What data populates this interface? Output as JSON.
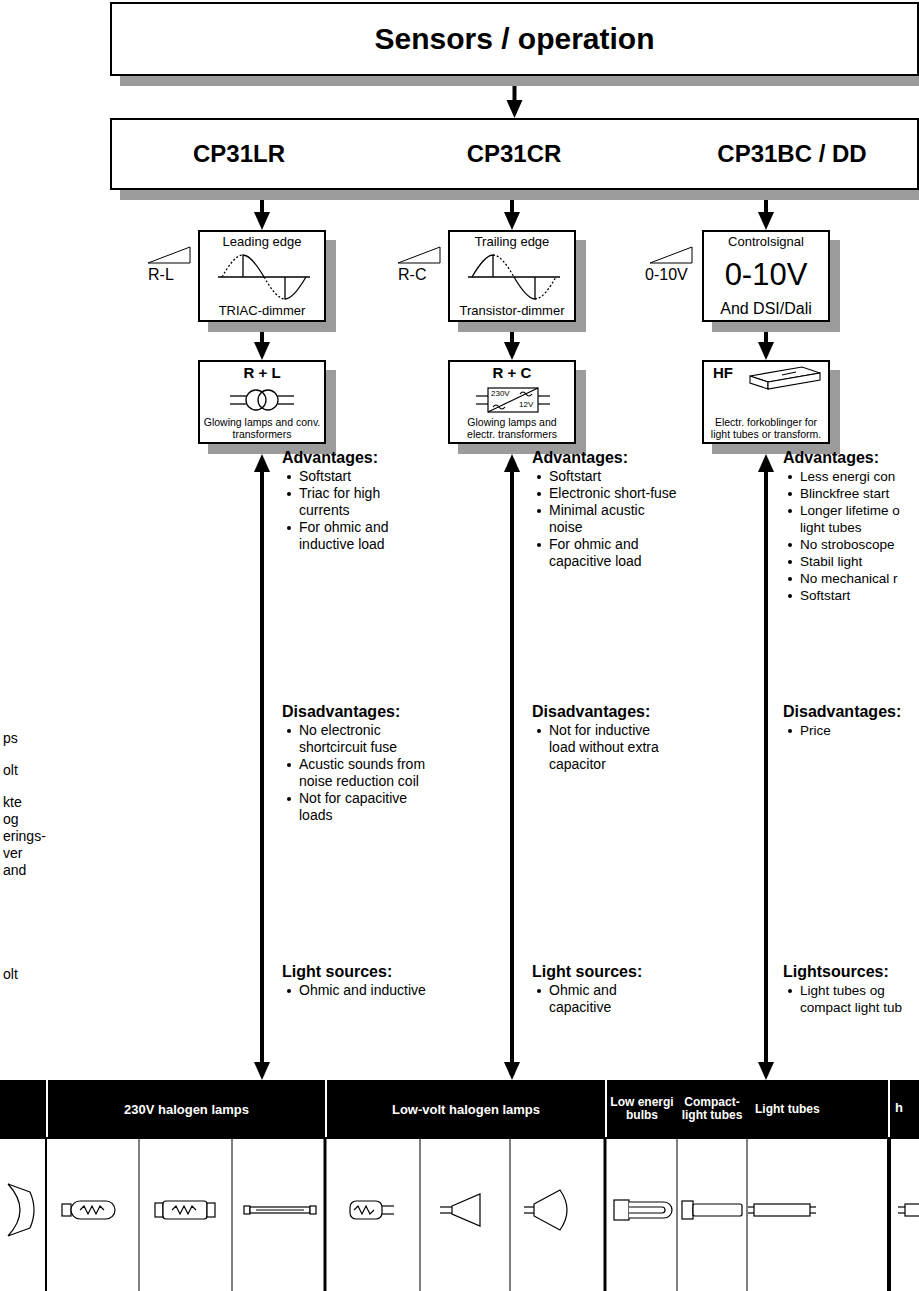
{
  "diagram": {
    "nodes": [
      {
        "text": [
          "Sensors / operation"
        ]
      },
      {
        "text": [
          "CP31LR",
          "CP31CR",
          "CP31BC / DD"
        ]
      },
      {
        "text": [
          "Leading edge",
          "TRIAC-dimmer"
        ]
      },
      {
        "text": [
          "Trailing edge",
          "Transistor-dimmer"
        ]
      },
      {
        "text": [
          "Controlsignal",
          "0-10V",
          "And DSI/Dali"
        ]
      },
      {
        "text": [
          "R + L",
          "Glowing lamps and conv. transformers"
        ]
      },
      {
        "text": [
          "R + C",
          "Glowing lamps and electr. transformers"
        ]
      },
      {
        "text": [
          "HF",
          "Electr. forkoblinger for light tubes or transform."
        ]
      },
      {
        "text": [
          "230V halogen lamps"
        ]
      },
      {
        "text": [
          "Low-volt halogen lamps"
        ]
      },
      {
        "text": [
          "Low energi bulbs"
        ]
      },
      {
        "text": [
          "Compact- light tubes"
        ]
      },
      {
        "text": [
          "Light tubes"
        ]
      }
    ],
    "edges": [
      {
        "from": 0,
        "to": 1,
        "arrow": "to"
      },
      {
        "from": 1,
        "to": 2,
        "arrow": "to"
      },
      {
        "from": 1,
        "to": 3,
        "arrow": "to"
      },
      {
        "from": 1,
        "to": 4,
        "arrow": "to"
      },
      {
        "from": 2,
        "to": 5,
        "arrow": "to"
      },
      {
        "from": 3,
        "to": 6,
        "arrow": "to"
      },
      {
        "from": 4,
        "to": 7,
        "arrow": "to"
      },
      {
        "from": 5,
        "to": 8,
        "arrow": "both"
      },
      {
        "from": 6,
        "to": 9,
        "arrow": "both"
      },
      {
        "from": 7,
        "to": 12,
        "arrow": "both"
      }
    ],
    "labels": [
      "R-L",
      "R-C",
      "0-10V",
      "230V",
      "12V",
      "Advantages:",
      "Softstart",
      "Triac for high currents",
      "For ohmic and inductive load",
      "Disadvantages:",
      "No electronic shortcircuit fuse",
      "Acustic sounds from noise reduction coil",
      "Not for capacitive loads",
      "Light sources:",
      "Ohmic and inductive",
      "Advantages:",
      "Softstart",
      "Electronic short-fuse",
      "Minimal acustic noise",
      "For ohmic and capacitive load",
      "Disadvantages:",
      "Not for inductive load without extra capacitor",
      "Light sources:",
      "Ohmic and capacitive",
      "Advantages:",
      "Less energi con",
      "Blinckfree start",
      "Longer lifetime o light tubes",
      "No stroboscope",
      "Stabil light",
      "No mechanical r",
      "Softstart",
      "Disadvantages:",
      "Price",
      "Lightsources:",
      "Light tubes og compact light tub",
      "ps",
      "olt",
      "kte",
      "og",
      "erings-",
      "ver",
      "and",
      "olt",
      "h"
    ]
  }
}
